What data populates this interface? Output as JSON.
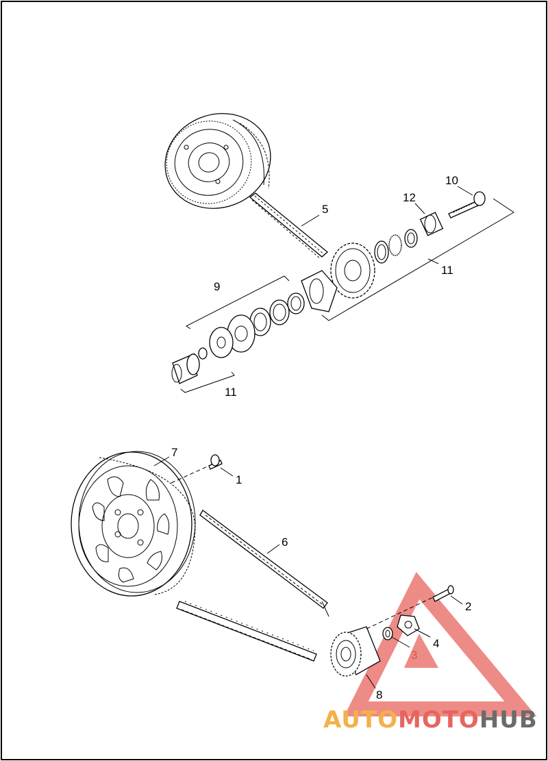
{
  "callouts": {
    "c1": "1",
    "c2": "2",
    "c3": "3",
    "c4": "4",
    "c5": "5",
    "c6": "6",
    "c7": "7",
    "c8": "8",
    "c9": "9",
    "c10": "10",
    "c11a": "11",
    "c11b": "11",
    "c12": "12"
  },
  "watermark": {
    "brand_part1": "AUTO",
    "brand_part2": "MOTO",
    "brand_part3": "HUB",
    "color_orange": "#f4b04a",
    "color_red": "#e7655f",
    "color_gray": "#6b6b6b"
  }
}
